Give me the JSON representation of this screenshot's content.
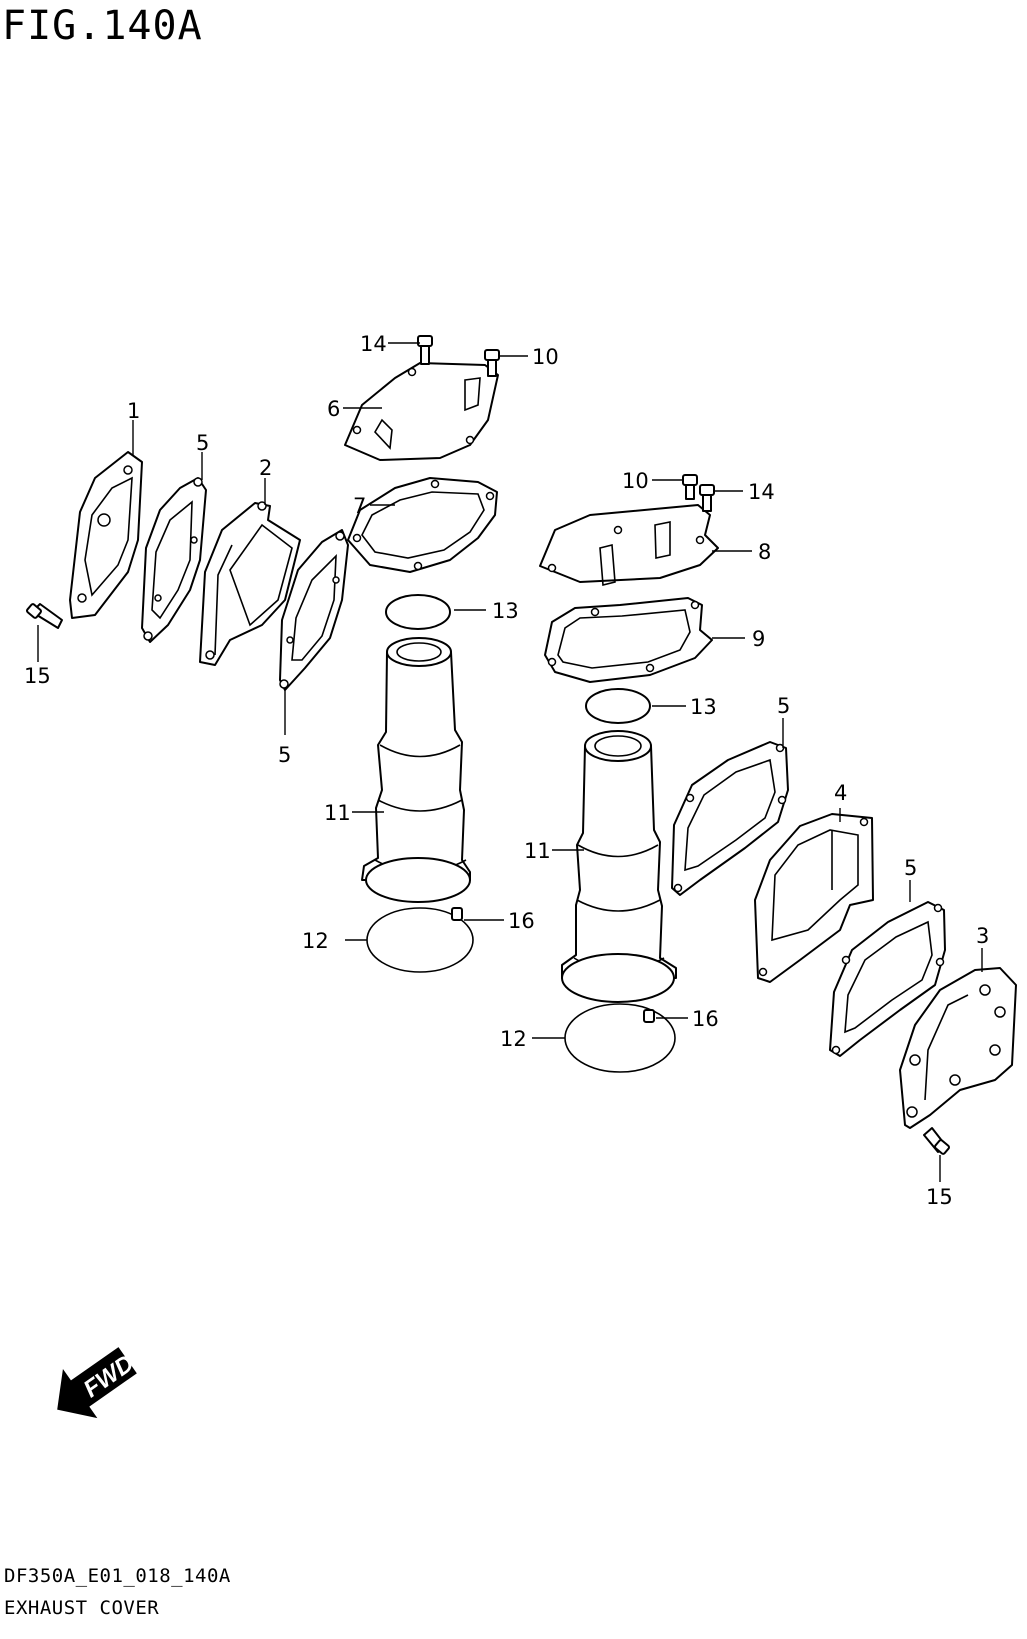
{
  "figure": {
    "title": "FIG.140A",
    "code": "DF350A_E01_018_140A",
    "name": "EXHAUST COVER"
  },
  "fwd_badge": {
    "label": "FWD"
  },
  "callouts": {
    "c1": "1",
    "c2": "2",
    "c3": "3",
    "c4": "4",
    "c5a": "5",
    "c5b": "5",
    "c5c": "5",
    "c5d": "5",
    "c6": "6",
    "c7": "7",
    "c8": "8",
    "c9": "9",
    "c10a": "10",
    "c10b": "10",
    "c11a": "11",
    "c11b": "11",
    "c12a": "12",
    "c12b": "12",
    "c13a": "13",
    "c13b": "13",
    "c14a": "14",
    "c14b": "14",
    "c15a": "15",
    "c15b": "15",
    "c16a": "16",
    "c16b": "16"
  }
}
